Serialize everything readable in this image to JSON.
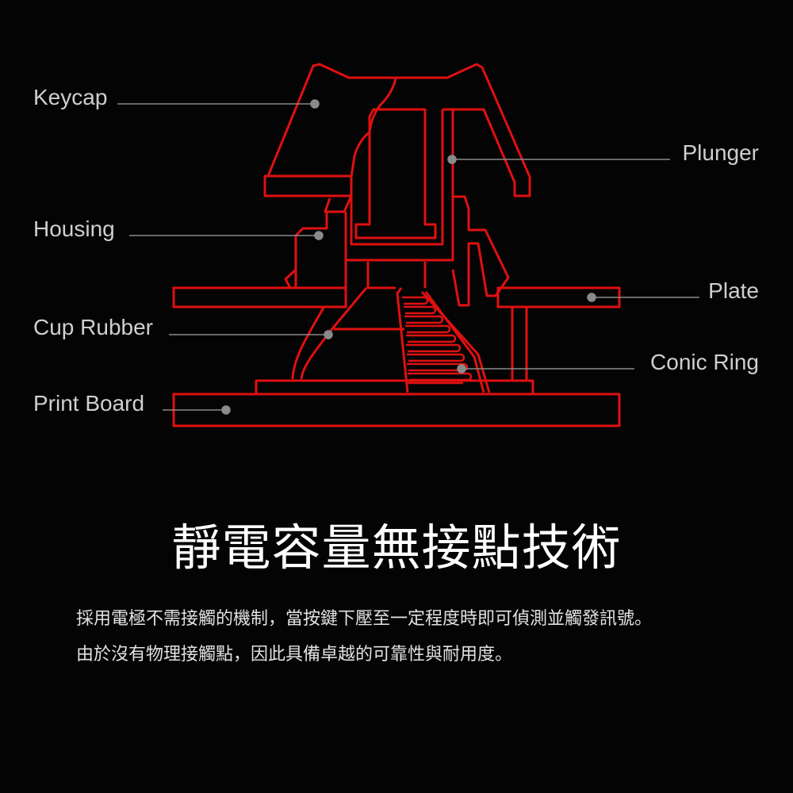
{
  "labels": {
    "keycap": "Keycap",
    "housing": "Housing",
    "cup_rubber": "Cup Rubber",
    "print_board": "Print Board",
    "plunger": "Plunger",
    "plate": "Plate",
    "conic_ring": "Conic Ring"
  },
  "title": "靜電容量無接點技術",
  "description": [
    "採用電極不需接觸的機制，當按鍵下壓至一定程度時即可偵測並觸發訊號。",
    "由於沒有物理接觸點，因此具備卓越的可靠性與耐用度。"
  ],
  "colors": {
    "outline": "#e01010",
    "leader": "#8a8a8a",
    "background": "#040404"
  }
}
